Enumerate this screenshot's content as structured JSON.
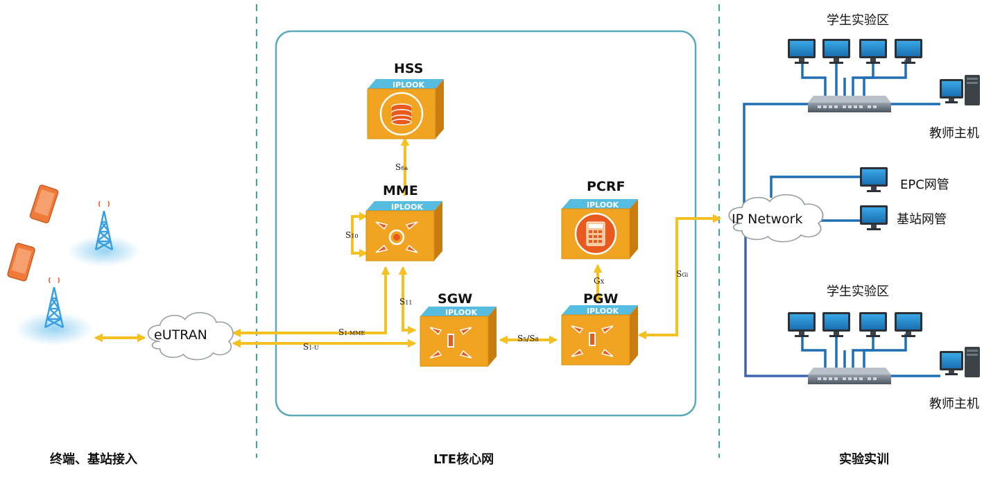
{
  "sections": {
    "access": "终端、基站接入",
    "core": "LTE核心网",
    "training": "实验实训"
  },
  "nodes": {
    "hss": "HSS",
    "mme": "MME",
    "pcrf": "PCRF",
    "sgw": "SGW",
    "pgw": "PGW",
    "brand": "IPLOOK"
  },
  "clouds": {
    "eutran": "eUTRAN",
    "ip_network": "IP Network"
  },
  "interfaces": {
    "s6a": {
      "main": "S",
      "sub": "6a"
    },
    "s10": {
      "main": "S",
      "sub": "10"
    },
    "s11": {
      "main": "S",
      "sub": "11"
    },
    "s1mme": {
      "main": "S",
      "sub": "1-MME"
    },
    "s1u": {
      "main": "S",
      "sub": "1-U"
    },
    "s5s8": {
      "main1": "S",
      "sub1": "5",
      "sep": "/",
      "main2": "S",
      "sub2": "8"
    },
    "gx": {
      "main": "G",
      "sub": "X"
    },
    "sgi": {
      "main": "S",
      "sub": "Gi"
    }
  },
  "training": {
    "student_zone_top": "学生实验区",
    "student_zone_bottom": "学生实验区",
    "teacher_top": "教师主机",
    "teacher_bottom": "教师主机",
    "epc_mgmt": "EPC网管",
    "enb_mgmt": "基站网管"
  },
  "colors": {
    "link_yellow": "#f5c021",
    "link_blue": "#1f6fb5",
    "core_border": "#5aaab8",
    "divider": "#3aa7a8",
    "node_orange": "#f0a422",
    "node_top": "#56bde0",
    "phone_orange": "#f07a3a",
    "tower_blue": "#3aa0e0"
  },
  "icons": [
    "phone-icon",
    "cell-tower-icon",
    "database-icon",
    "calculator-icon",
    "router-icon",
    "switch-icon",
    "monitor-icon",
    "pc-tower-icon"
  ]
}
